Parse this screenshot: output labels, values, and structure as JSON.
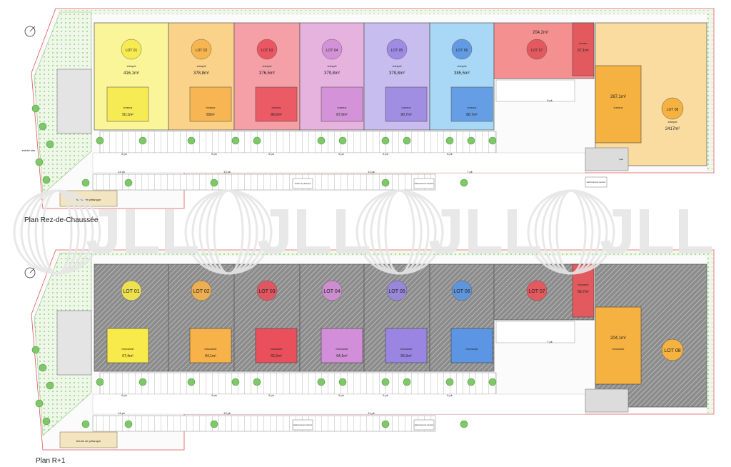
{
  "captions": {
    "ground_floor": "Plan Rez-de-Chaussée",
    "first_floor": "Plan R+1"
  },
  "watermark_text": "JLL",
  "colors": {
    "lot01": "#fbf59a",
    "lot02": "#fbd28a",
    "lot03": "#f5a0a6",
    "lot04": "#e6b2de",
    "lot05": "#c8bdef",
    "lot06": "#a9d8f7",
    "lot07": "#f4908f",
    "lot08": "#fbdca0",
    "lot01_strong": "#f7ea4a",
    "lot02_strong": "#f7b24a",
    "lot03_strong": "#e9505c",
    "lot04_strong": "#d28ed8",
    "lot05_strong": "#9a86e2",
    "lot06_strong": "#5b95e3",
    "lot07_strong": "#e35a5e",
    "lot08_strong": "#f6b240",
    "green": "#7fc86a",
    "hatch": "#9a9a9a"
  },
  "ground_floor": {
    "lots": [
      {
        "id": "lot01",
        "label": "LOT 01",
        "area": "416,1m²",
        "sub": "entrepôt",
        "office_label": "bureaux",
        "office_area": "50,1m²"
      },
      {
        "id": "lot02",
        "label": "LOT 02",
        "area": "378,8m²",
        "sub": "entrepôt",
        "office_label": "bureaux",
        "office_area": "89m²"
      },
      {
        "id": "lot03",
        "label": "LOT 03",
        "area": "376,5m²",
        "sub": "entrepôt",
        "office_label": "bureaux",
        "office_area": "86,6m²"
      },
      {
        "id": "lot04",
        "label": "LOT 04",
        "area": "379,8m²",
        "sub": "entrepôt",
        "office_label": "bureaux",
        "office_area": "87,9m²"
      },
      {
        "id": "lot05",
        "label": "LOT 05",
        "area": "379,8m²",
        "sub": "entrepôt",
        "office_label": "bureaux",
        "office_area": "90,7m²"
      },
      {
        "id": "lot06",
        "label": "LOT 06",
        "area": "385,5m²",
        "sub": "entrepôt",
        "office_label": "bureaux",
        "office_area": "88,7m²"
      },
      {
        "id": "lot07",
        "label": "LOT 07",
        "area": "204,2m²",
        "sub": "entrepôt",
        "office_label": "bureaux",
        "office_area": "67,1m²"
      },
      {
        "id": "lot08",
        "label": "LOT 08",
        "area": "2417m²",
        "sub": "entrepôt",
        "office_label": "bureaux",
        "office_area": "267,1m²"
      }
    ],
    "parking": [
      "6 pk",
      "6 pk",
      "6 pk",
      "6 pk",
      "6 pk",
      "6 pk",
      "6 pk",
      "14 pk",
      "13 pk",
      "11 pk",
      "7 pk"
    ],
    "misc": [
      "entrée site",
      "terrain de pétanque",
      "stationnement camions",
      "stationnement camions",
      "stationnement camions",
      "quai"
    ]
  },
  "first_floor": {
    "lots": [
      {
        "id": "lot01",
        "label": "LOT 01",
        "office_label": "mezzanine",
        "office_area": "67,4m²"
      },
      {
        "id": "lot02",
        "label": "LOT 02",
        "office_label": "mezzanine",
        "office_area": "64,1m²"
      },
      {
        "id": "lot03",
        "label": "LOT 03",
        "office_label": "mezzanine",
        "office_area": "66,3m²"
      },
      {
        "id": "lot04",
        "label": "LOT 04",
        "office_label": "mezzanine",
        "office_area": "64,1m²"
      },
      {
        "id": "lot05",
        "label": "LOT 05",
        "office_label": "mezzanine",
        "office_area": "66,3m²"
      },
      {
        "id": "lot06",
        "label": "LOT 06",
        "office_label": "mezzanine",
        "office_area": ""
      },
      {
        "id": "lot07",
        "label": "LOT 07",
        "office_label": "mezzanine",
        "office_area": "66,7m²"
      },
      {
        "id": "lot08",
        "label": "LOT 08",
        "office_label": "mezzanine",
        "office_area": "204,1m²"
      }
    ],
    "parking": [
      "6 pk",
      "6 pk",
      "6 pk",
      "6 pk",
      "6 pk",
      "6 pk",
      "7 pk",
      "14 pk",
      "13 pk",
      "11 pk"
    ],
    "misc": [
      "terrain de pétanque",
      "stationnement camions",
      "stationnement camions"
    ]
  }
}
